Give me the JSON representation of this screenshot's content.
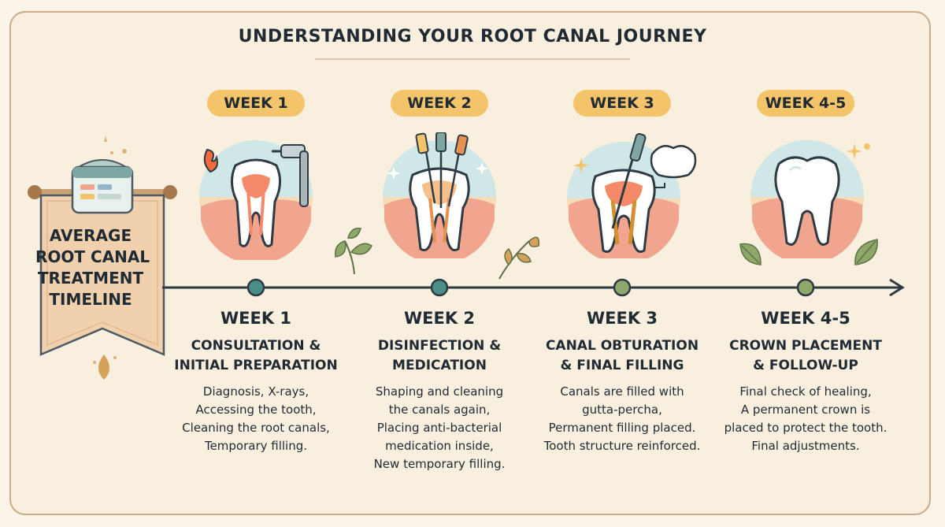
{
  "title": "UNDERSTANDING YOUR ROOT CANAL JOURNEY",
  "banner": {
    "lines": [
      "AVERAGE",
      "ROOT CANAL",
      "TREATMENT",
      "TIMELINE"
    ]
  },
  "steps": [
    {
      "badge": "WEEK 1",
      "week": "WEEK 1",
      "title_lines": [
        "CONSULTATION &",
        "INITIAL PREPARATION"
      ],
      "desc_lines": [
        "Diagnosis, X-rays,",
        "Accessing the tooth,",
        "Cleaning the root canals,",
        "Temporary filling."
      ]
    },
    {
      "badge": "WEEK 2",
      "week": "WEEK 2",
      "title_lines": [
        "DISINFECTION &",
        "MEDICATION"
      ],
      "desc_lines": [
        "Shaping and cleaning",
        "the canals again,",
        "Placing anti-bacterial",
        "medication inside,",
        "New temporary filling."
      ]
    },
    {
      "badge": "WEEK 3",
      "week": "WEEK 3",
      "title_lines": [
        "CANAL OBTURATION",
        "& FINAL FILLING"
      ],
      "desc_lines": [
        "Canals are filled with",
        "gutta-percha,",
        "Permanent filling placed.",
        "Tooth structure reinforced."
      ]
    },
    {
      "badge": "WEEK 4-5",
      "week": "WEEK 4-5",
      "title_lines": [
        "CROWN PLACEMENT",
        "& FOLLOW-UP"
      ],
      "desc_lines": [
        "Final check of healing,",
        "A permanent crown is",
        "placed to protect the tooth.",
        "Final adjustments."
      ]
    }
  ],
  "colors": {
    "background": "#f8efdf",
    "frame": "#c9ab87",
    "badge": "#f3c46a",
    "timeline": "#2e3a44",
    "node": "#4a8f86",
    "gum": "#f2a58e",
    "bone": "#f4cf9c",
    "circle_bg": "#f6dcb8",
    "sky": "#cfe7e6",
    "leaf": "#8fa86a"
  },
  "icons": [
    "calendar-icon",
    "tooth-with-flame-icon",
    "dental-drill-icon",
    "tooth-with-files-icon",
    "tooth-with-filling-icon",
    "crown-icon",
    "healthy-tooth-icon",
    "leaf-icon"
  ]
}
